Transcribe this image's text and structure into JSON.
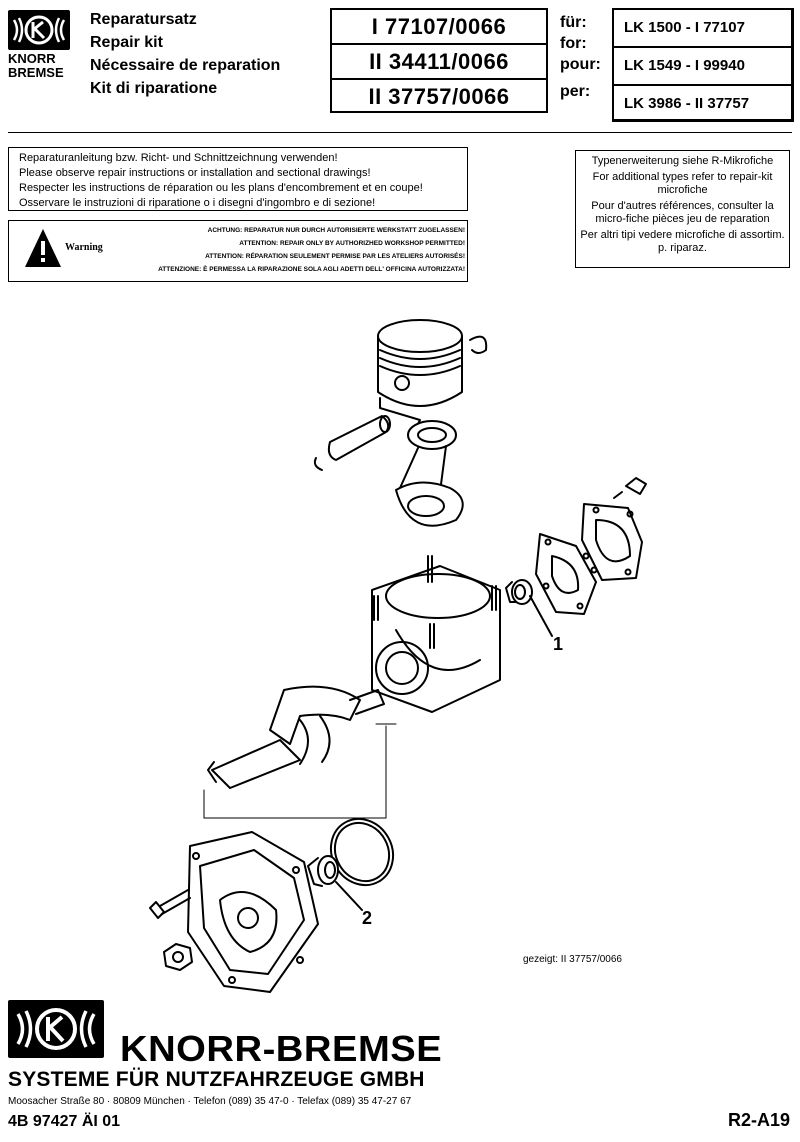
{
  "header": {
    "brand_top": "KNORR",
    "brand_bottom": "BREMSE",
    "kit_titles": [
      "Reparatursatz",
      "Repair kit",
      "Nécessaire de reparation",
      "Kit di riparatione"
    ],
    "part_numbers": [
      "I 77107/0066",
      "II 34411/0066",
      "II 37757/0066"
    ],
    "for_labels": [
      "für:",
      "for:",
      "pour:",
      "per:"
    ],
    "models": [
      "LK 1500 - I  77107",
      "LK 1549 - I  99940",
      "LK 3986 - II 37757"
    ]
  },
  "instructions": [
    "Reparaturanleitung bzw. Richt- und Schnittzeichnung verwenden!",
    "Please observe repair instructions or installation and sectional drawings!",
    "Respecter les instructions de réparation ou les plans d'encombrement et en coupe!",
    "Osservare le instruzioni di riparatione o i disegni d'ingombro e di sezione!"
  ],
  "warning": {
    "label": "Warning",
    "lines": [
      "ACHTUNG:  REPARATUR NUR DURCH AUTORISIERTE WERKSTATT ZUGELASSEN!",
      "ATTENTION:  REPAIR ONLY BY AUTHORIZHED WORKSHOP PERMITTED!",
      "ATTENTION:  RÉPARATION SEULEMENT PERMISE PAR LES ATELIERS AUTORISÉS!",
      "ATTENZIONE:  È PERMESSA LA RIPARAZIONE SOLA AGLI ADETTI DELL' OFFICINA AUTORIZZATA!"
    ]
  },
  "reference": [
    "Typenerweiterung siehe R-Mikrofiche",
    "For additional types refer to repair-kit microfiche",
    "Pour d'autres références, consulter la micro-fiche pièces jeu de reparation",
    "Per altri tipi vedere microfiche di assortim. p. riparaz."
  ],
  "drawing": {
    "callout_1": "1",
    "callout_2": "2",
    "shown": "gezeigt: II 37757/0066"
  },
  "footer": {
    "company": "KNORR-BREMSE",
    "subcompany": "SYSTEME FÜR NUTZFAHRZEUGE GMBH",
    "address": "Moosacher Straße 80 · 80809 München · Telefon (089) 35 47-0 · Telefax (089) 35 47-27 67",
    "doc_number": "4B 97427 ÄI 01",
    "page_code": "R2-A19"
  }
}
